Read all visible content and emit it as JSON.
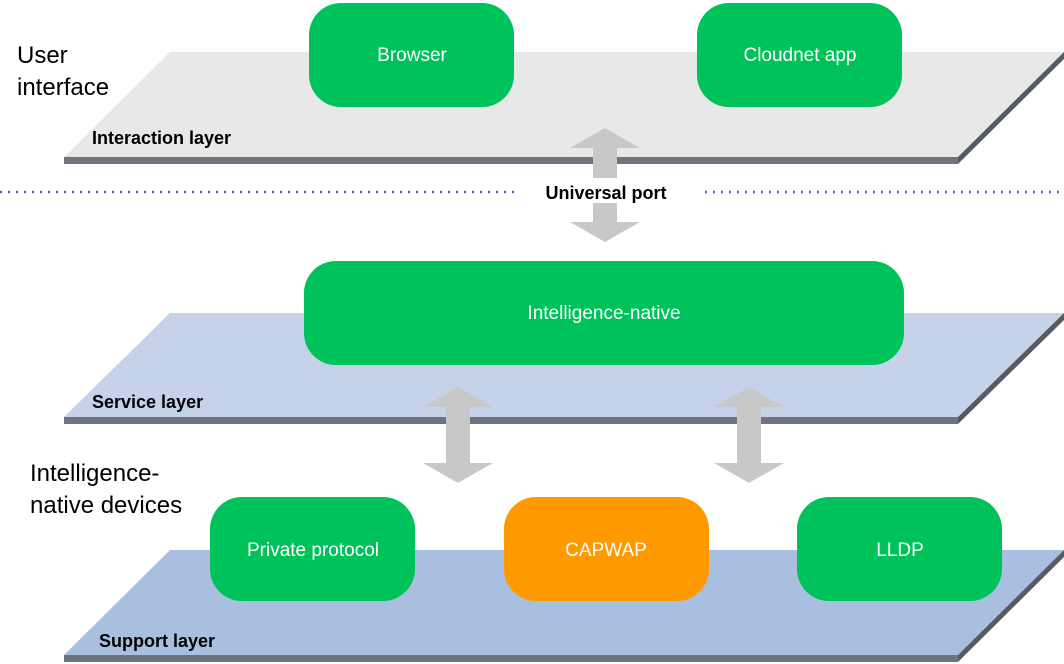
{
  "sections": {
    "user_interface": "User\ninterface",
    "devices": "Intelligence-\nnative devices"
  },
  "layers": {
    "interaction": "Interaction layer",
    "service": "Service layer",
    "support": "Support layer"
  },
  "nodes": {
    "browser": "Browser",
    "cloudnet_app": "Cloudnet app",
    "intelligence_native": "Intelligence-native",
    "private_protocol": "Private protocol",
    "capwap": "CAPWAP",
    "lldp": "LLDP"
  },
  "connector": {
    "universal_port": "Universal port"
  },
  "colors": {
    "node_green": "#00c25a",
    "node_orange": "#ff9900",
    "interaction_plane": "#e8e8e8",
    "service_plane": "#c5d2ea",
    "support_plane": "#a9bfe0",
    "plane_edge": "#6e737d",
    "arrow": "#c8c8c8",
    "divider": "#4a72c4"
  }
}
